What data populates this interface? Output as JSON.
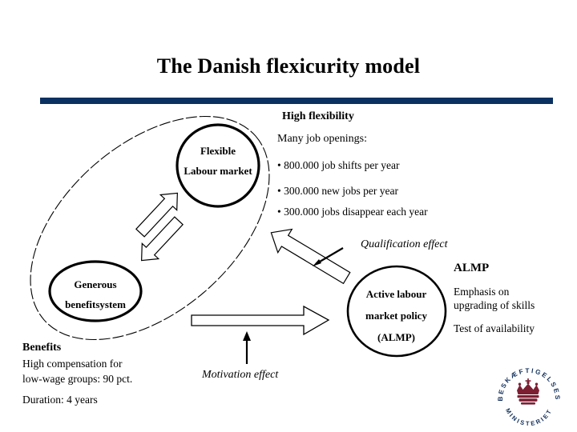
{
  "slide": {
    "title": "The Danish flexicurity model",
    "rule_color": "#0b3161",
    "background": "#ffffff"
  },
  "flexibility": {
    "heading": "High flexibility",
    "intro": "Many job openings:",
    "bullets": [
      "• 800.000 job shifts per year",
      "• 300.000 new jobs per year",
      "• 300.000 jobs disappear each year"
    ]
  },
  "nodes": {
    "flexible_labour_market": {
      "line1": "Flexible",
      "line2": "Labour market"
    },
    "generous_benefit_system": {
      "line1": "Generous",
      "line2": "benefitsystem"
    },
    "active_labour_market_policy": {
      "line1": "Active labour",
      "line2": "market policy",
      "line3": "(ALMP)"
    }
  },
  "effects": {
    "qualification": "Qualification effect",
    "motivation": "Motivation effect"
  },
  "almp_panel": {
    "heading": "ALMP",
    "point1_line1": "Emphasis on",
    "point1_line2": "upgrading of skills",
    "point2": "Test of availability"
  },
  "benefits_panel": {
    "heading": "Benefits",
    "line1": "High compensation for",
    "line2": "low-wage groups: 90 pct.",
    "duration": "Duration: 4 years"
  },
  "logo": {
    "top_arc_text": "BESKÆFTIGELSES",
    "bottom_arc_text": "MINISTERIET",
    "text_color": "#13305c",
    "crown_color": "#7d1f33",
    "symbol": "crown-icon"
  }
}
